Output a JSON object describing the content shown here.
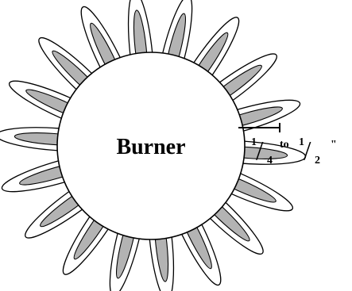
{
  "diagram": {
    "burner_label": "Burner",
    "flame_count": 18,
    "colors": {
      "outline": "#000000",
      "inner_flame_fill": "#b3b3b3",
      "background": "#ffffff"
    },
    "dimension": {
      "label": "1/4 to 1/2 \"",
      "first_numerator": "1",
      "first_denominator": "4",
      "connector": "to",
      "second_numerator": "1",
      "second_denominator": "2",
      "unit": "\""
    }
  }
}
